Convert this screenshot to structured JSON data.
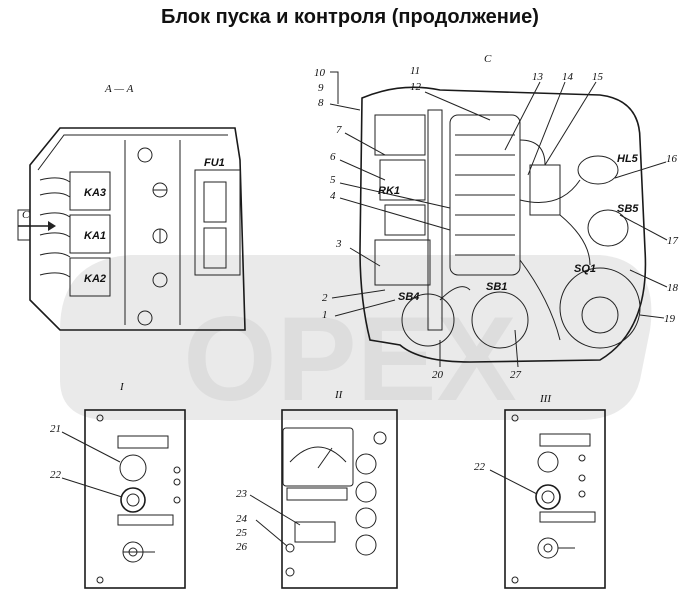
{
  "title": "Блок пуска и контроля (продолжение)",
  "watermark": "OPEX",
  "views": {
    "section_aa": "A — A",
    "view_c": "C",
    "panel_i": "I",
    "panel_ii": "II",
    "panel_iii": "III",
    "arrow_c": "C"
  },
  "components": {
    "ka3": "KA3",
    "ka1": "KA1",
    "ka2": "KA2",
    "fu1": "FU1",
    "rk1": "RK1",
    "hl5": "HL5",
    "sb5": "SB5",
    "sq1": "SQ1",
    "sb4": "SB4",
    "sb1": "SB1"
  },
  "numbers": {
    "n1": "1",
    "n2": "2",
    "n3": "3",
    "n4": "4",
    "n5": "5",
    "n6": "6",
    "n7": "7",
    "n8": "8",
    "n9": "9",
    "n10": "10",
    "n11": "11",
    "n12": "12",
    "n13": "13",
    "n14": "14",
    "n15": "15",
    "n16": "16",
    "n17": "17",
    "n18": "18",
    "n19": "19",
    "n20": "20",
    "n21": "21",
    "n22": "22",
    "n22b": "22",
    "n23": "23",
    "n24": "24",
    "n25": "25",
    "n26": "26",
    "n27": "27"
  },
  "colors": {
    "line": "#222222",
    "watermark": "#d9d9d9"
  }
}
